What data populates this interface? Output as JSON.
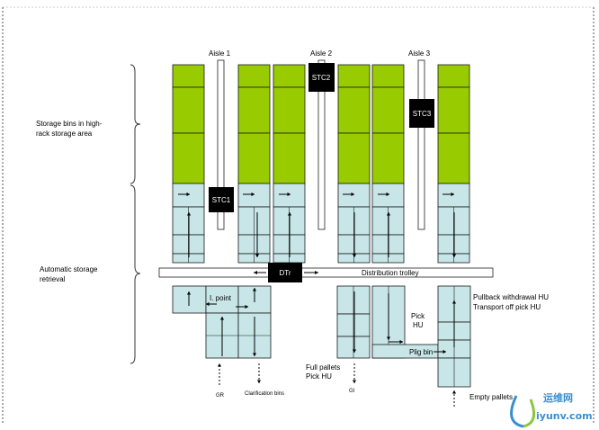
{
  "aisles": [
    "Aisle 1",
    "Aisle 2",
    "Aisle 3"
  ],
  "cranes": [
    "STC1",
    "STC2",
    "STC3"
  ],
  "left_labels": {
    "storage_line1": "Storage bins in high-",
    "storage_line2": "rack storage area",
    "auto_line1": "Automatic storage",
    "auto_line2": "retrieval"
  },
  "trolley": {
    "name": "DTr",
    "label": "Distribution trolley"
  },
  "i_point": "I. point",
  "pick_hu_line1": "Pick",
  "pick_hu_line2": "HU",
  "plig_bin": "Plig bin",
  "pullback_line1": "Pullback withdrawal HU",
  "pullback_line2": "Transport off pick HU",
  "full_pallets_line1": "Full pallets",
  "full_pallets_line2": "Pick HU",
  "bottom_labels": {
    "gr": "GR",
    "clarification": "Clarification bins",
    "gi": "GI",
    "empty": "Empty pallets"
  },
  "watermark": {
    "cn": "运维网",
    "url": "iyunv.com"
  },
  "colors": {
    "storage": "#99cc00",
    "conveyor": "#c8e6e8",
    "crane": "#000000",
    "outline": "#1a1a1a",
    "watermark": "#3a8fd1"
  }
}
